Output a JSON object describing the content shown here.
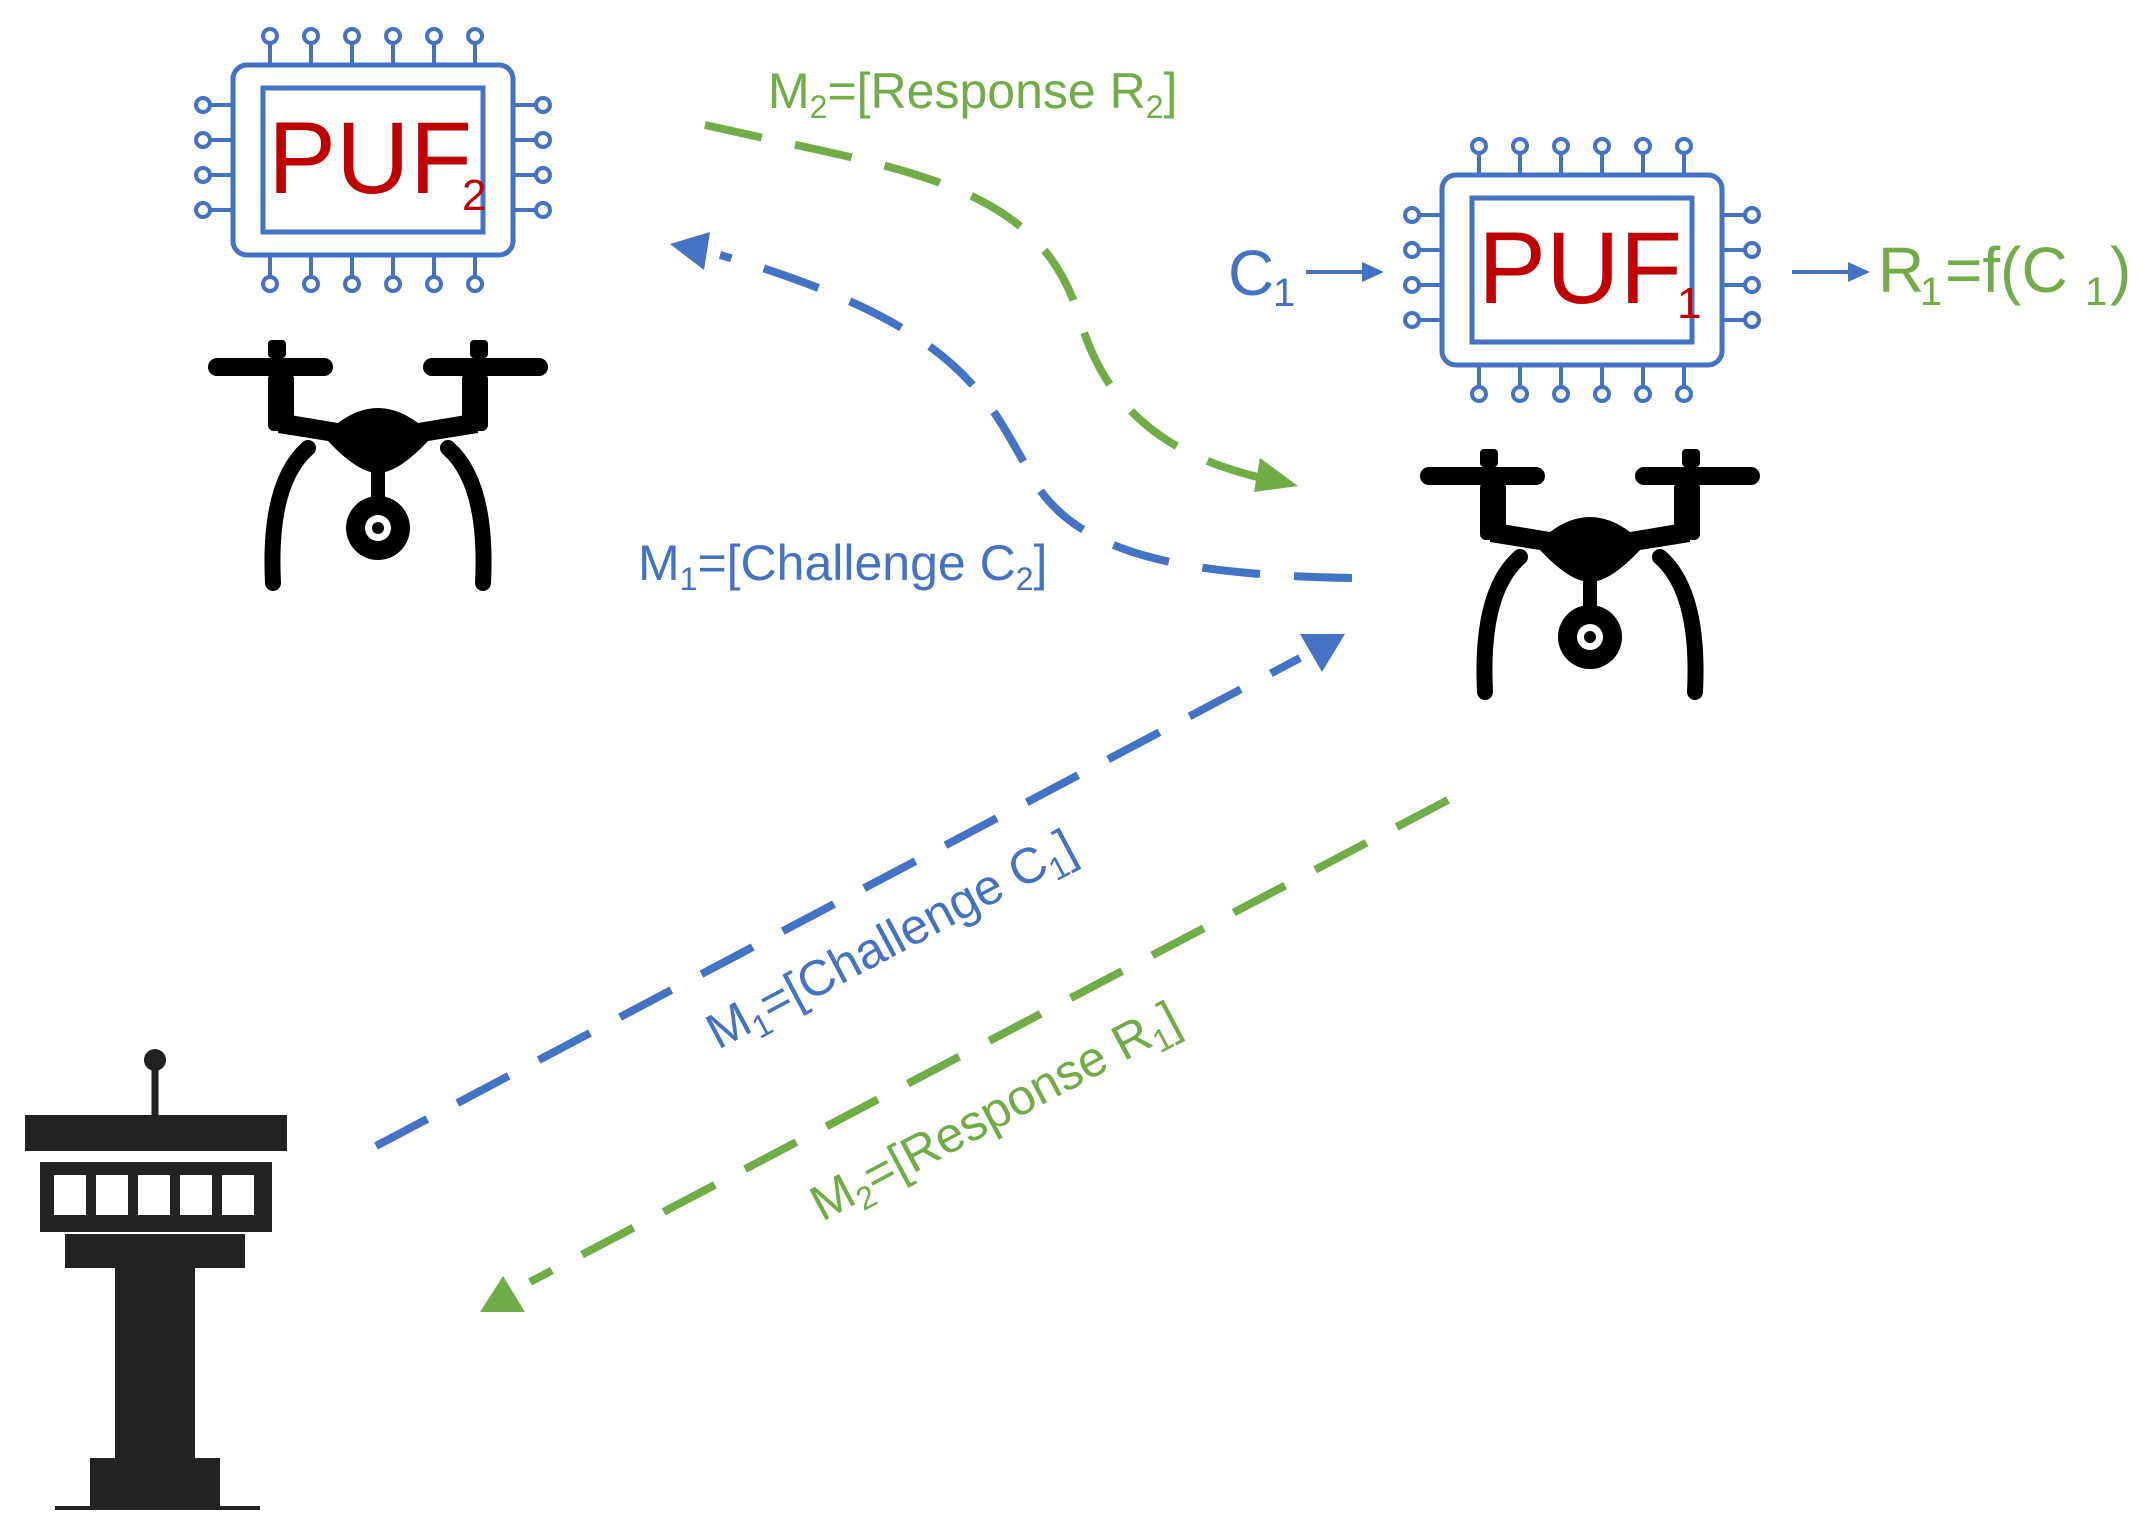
{
  "colors": {
    "challenge": "#4472C4",
    "response": "#70AD47",
    "puf_label": "#C00000",
    "chip_outline": "#4472C4",
    "icon": "#000000"
  },
  "puf2": {
    "label_main": "PUF",
    "label_sub": "2",
    "icon": "chip-icon"
  },
  "puf1": {
    "label_main": "PUF",
    "label_sub": "1",
    "icon": "chip-icon"
  },
  "puf1_io": {
    "input_main": "C",
    "input_sub": "1",
    "output_r": "R",
    "output_r_sub": "1",
    "output_rest": "=f(C",
    "output_c_sub": "1",
    "output_close": ")"
  },
  "drone2": {
    "icon": "drone-icon"
  },
  "drone1": {
    "icon": "drone-icon"
  },
  "tower": {
    "icon": "control-tower-icon"
  },
  "messages": {
    "m2_response_r2": {
      "m": "M",
      "m_sub": "2",
      "text": "=[Response R",
      "r_sub": "2",
      "close": "]"
    },
    "m1_challenge_c2": {
      "m": "M",
      "m_sub": "1",
      "text": "=[Challenge C",
      "c_sub": "2",
      "close": "]"
    },
    "m1_challenge_c1": {
      "m": "M",
      "m_sub": "1",
      "text": "=[Challenge C",
      "c_sub": "1",
      "close": "]"
    },
    "m2_response_r1": {
      "m": "M",
      "m_sub": "2",
      "text": "=[Response R",
      "r_sub": "1",
      "close": "]"
    }
  }
}
